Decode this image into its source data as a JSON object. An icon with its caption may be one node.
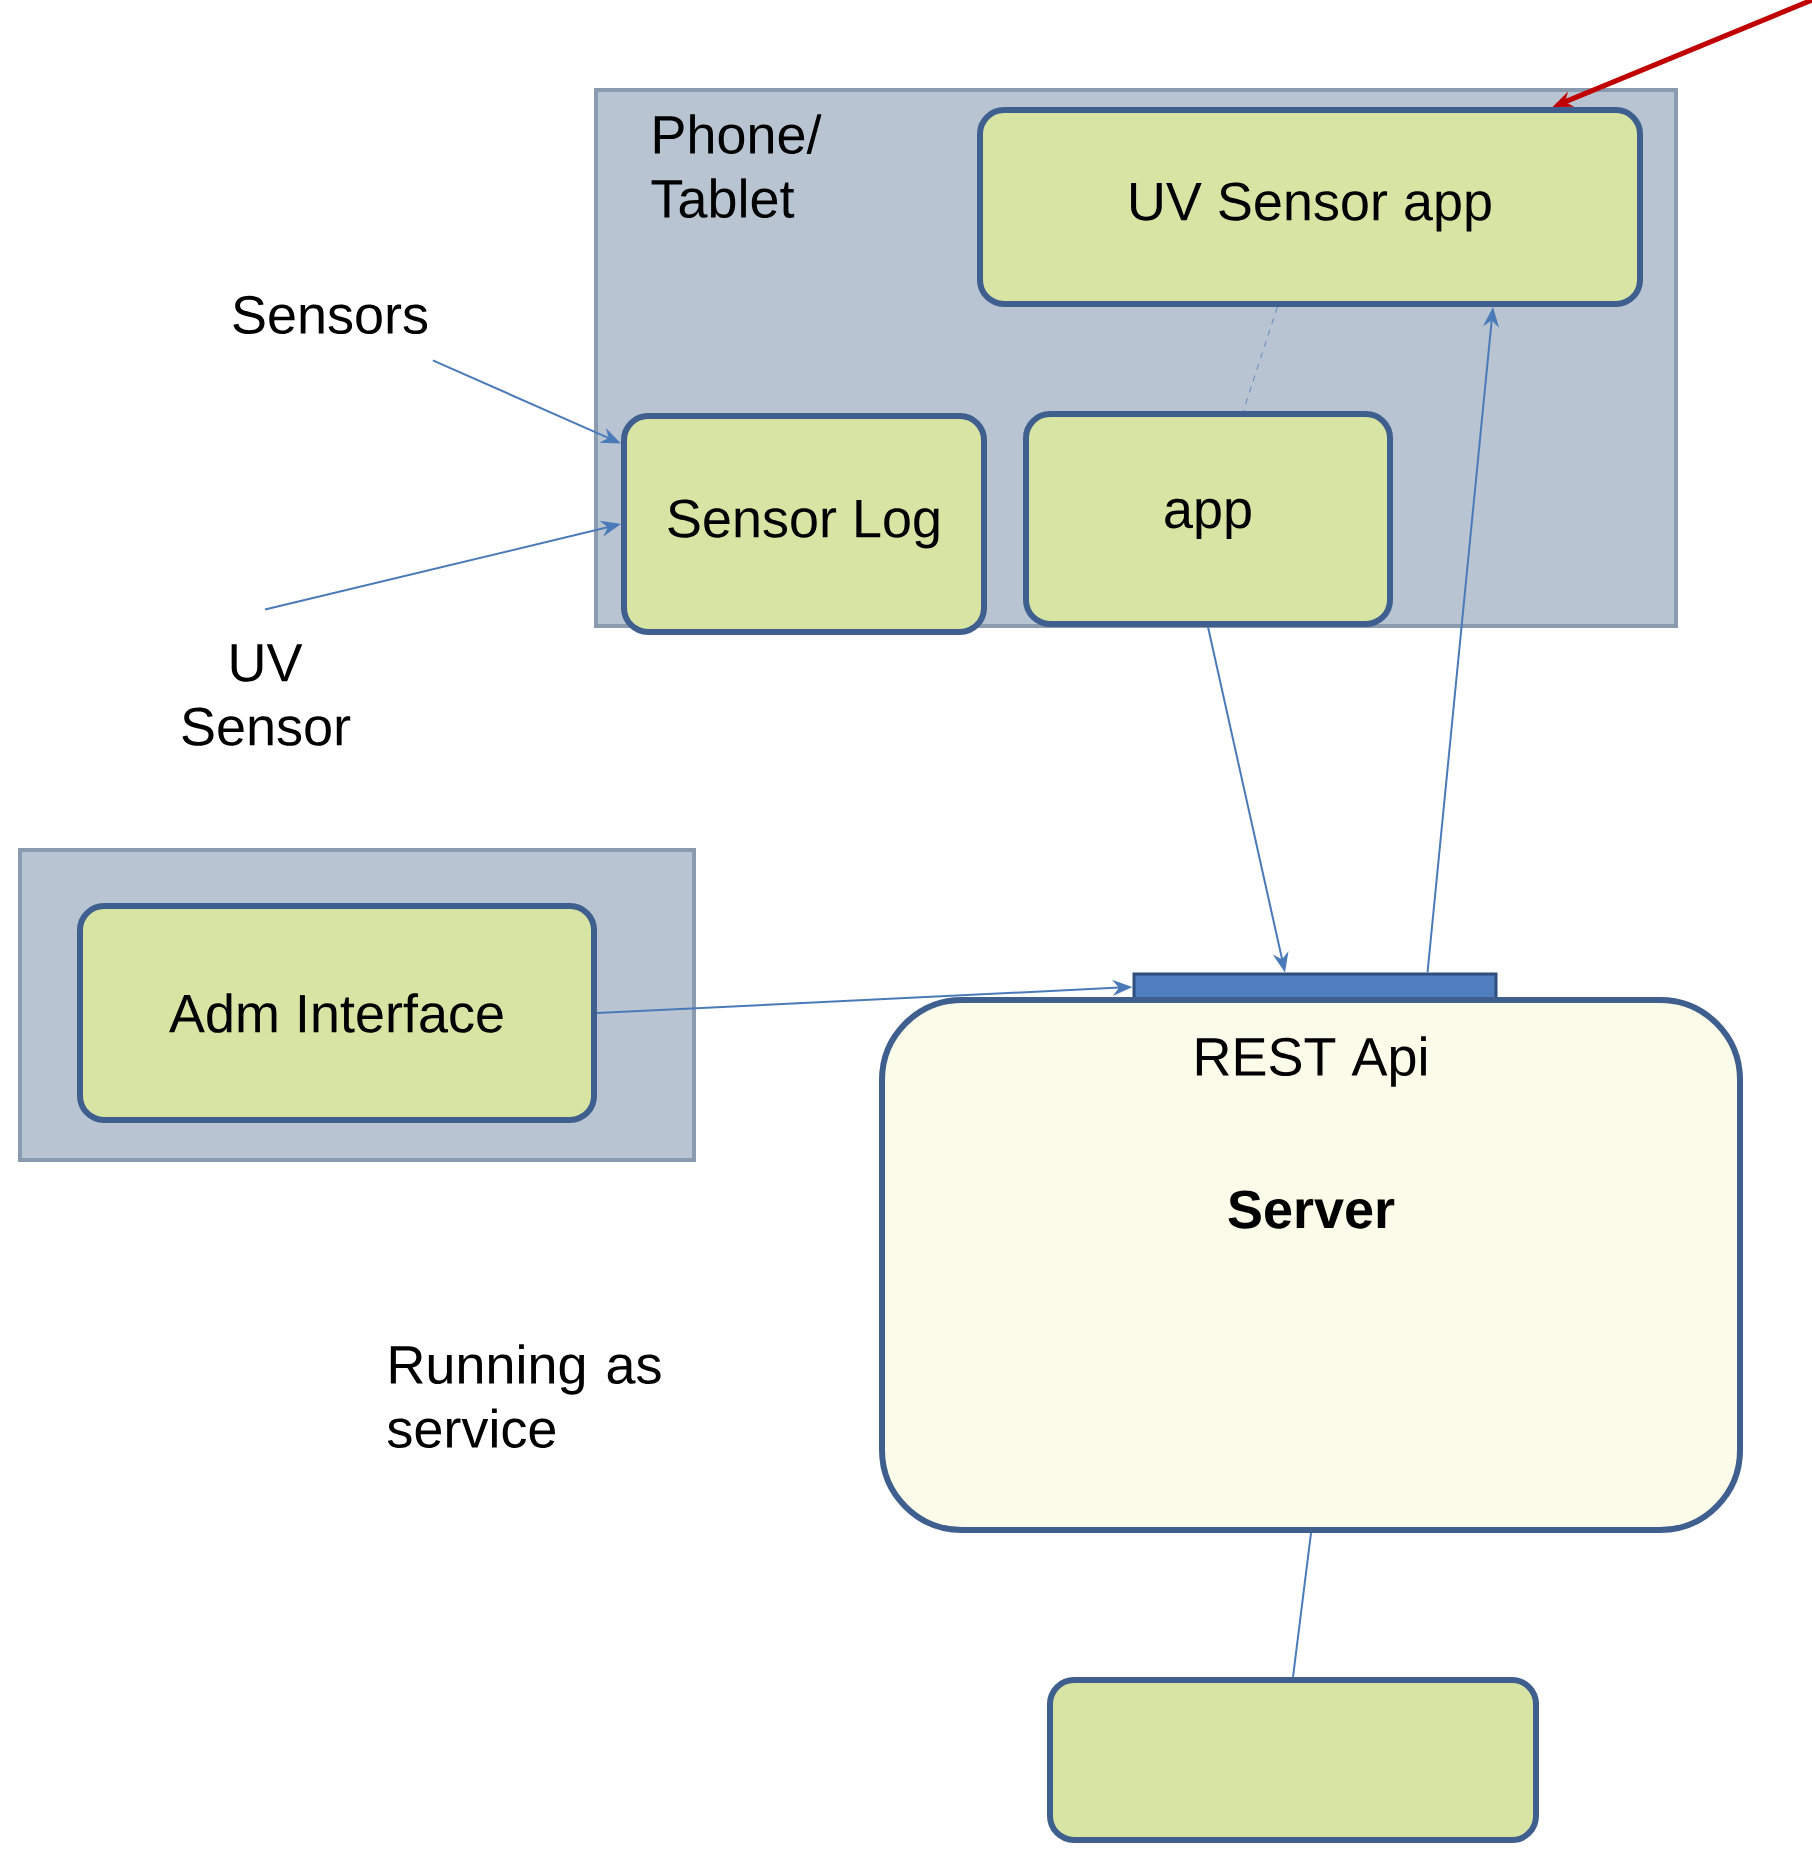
{
  "diagram": {
    "nodes": [
      {
        "text": [
          "Phone/ Tablet"
        ]
      },
      {
        "text": [
          "UV Sensor app"
        ],
        "in": 0
      },
      {
        "text": [
          "Sensor Log"
        ],
        "in": 0
      },
      {
        "text": [
          "app"
        ],
        "in": 0
      },
      {
        "text": [
          "Sensors"
        ]
      },
      {
        "text": [
          "UV Sensor"
        ]
      },
      {
        "text": [],
        "shape": "box"
      },
      {
        "text": [
          "Adm Interface"
        ],
        "in": 6
      },
      {
        "text": [],
        "shape": "bar"
      },
      {
        "text": [
          "REST Api",
          "Server"
        ]
      },
      {
        "text": [],
        "shape": "box"
      }
    ],
    "edges": [
      {
        "from": 4,
        "to": 2,
        "arrow": "to"
      },
      {
        "from": 5,
        "to": 2,
        "arrow": "to"
      },
      {
        "from": null,
        "to": 1,
        "arrow": "to",
        "style": "thick",
        "color": "#c00000"
      },
      {
        "from": 1,
        "to": 3,
        "arrow": "none",
        "style": "dashed"
      },
      {
        "from": 3,
        "to": 8,
        "arrow": "to"
      },
      {
        "from": 7,
        "to": 8,
        "arrow": "to"
      },
      {
        "from": 8,
        "to": 1,
        "arrow": "to"
      },
      {
        "from": 9,
        "to": 10,
        "arrow": "none"
      }
    ],
    "labels": [
      "Running as service"
    ]
  }
}
